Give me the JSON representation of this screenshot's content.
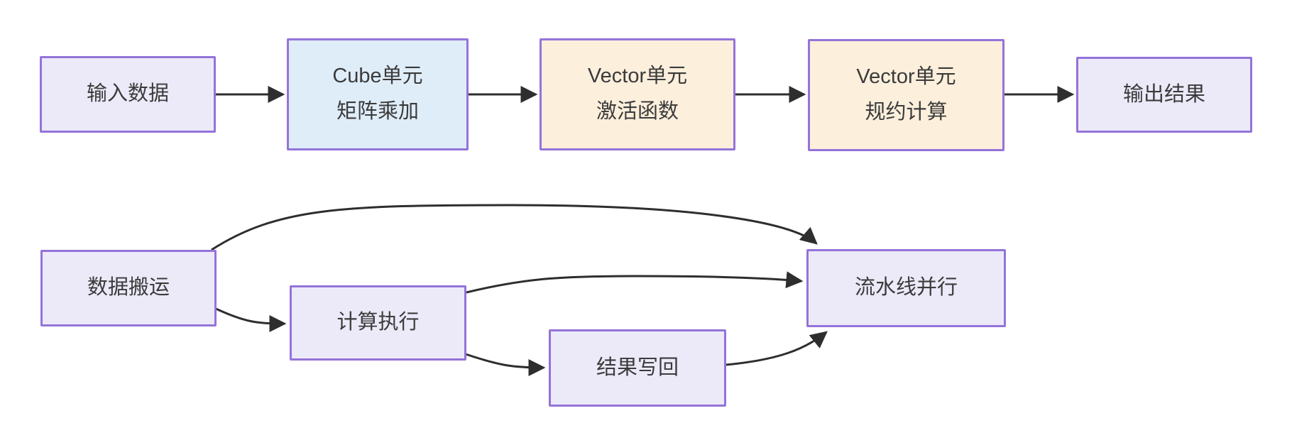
{
  "colors": {
    "node-fill-purple": "#ECEAF9",
    "node-fill-blue": "#DFEDF9",
    "node-fill-orange": "#FCEFDC",
    "node-border": "#9473D9",
    "edge-stroke": "#2E2E2E",
    "node-text": "#3B3B3B",
    "canvas-bg": "#FFFFFF"
  },
  "nodes": {
    "input": {
      "label": "输入数据",
      "fill": "purple"
    },
    "cube": {
      "label": "Cube单元\n矩阵乘加",
      "fill": "blue"
    },
    "vector_activation": {
      "label": "Vector单元\n激活函数",
      "fill": "orange"
    },
    "vector_reduction": {
      "label": "Vector单元\n规约计算",
      "fill": "orange"
    },
    "output": {
      "label": "输出结果",
      "fill": "purple"
    },
    "data_move": {
      "label": "数据搬运",
      "fill": "purple"
    },
    "compute_exec": {
      "label": "计算执行",
      "fill": "purple"
    },
    "result_write": {
      "label": "结果写回",
      "fill": "purple"
    },
    "pipeline": {
      "label": "流水线并行",
      "fill": "purple"
    }
  },
  "edges": {
    "top_flow": [
      {
        "from": "input",
        "to": "cube"
      },
      {
        "from": "cube",
        "to": "vector_activation"
      },
      {
        "from": "vector_activation",
        "to": "vector_reduction"
      },
      {
        "from": "vector_reduction",
        "to": "output"
      }
    ],
    "bottom_flow": [
      {
        "from": "data_move",
        "to": "pipeline"
      },
      {
        "from": "data_move",
        "to": "compute_exec"
      },
      {
        "from": "compute_exec",
        "to": "pipeline"
      },
      {
        "from": "compute_exec",
        "to": "result_write"
      },
      {
        "from": "result_write",
        "to": "pipeline"
      }
    ]
  }
}
